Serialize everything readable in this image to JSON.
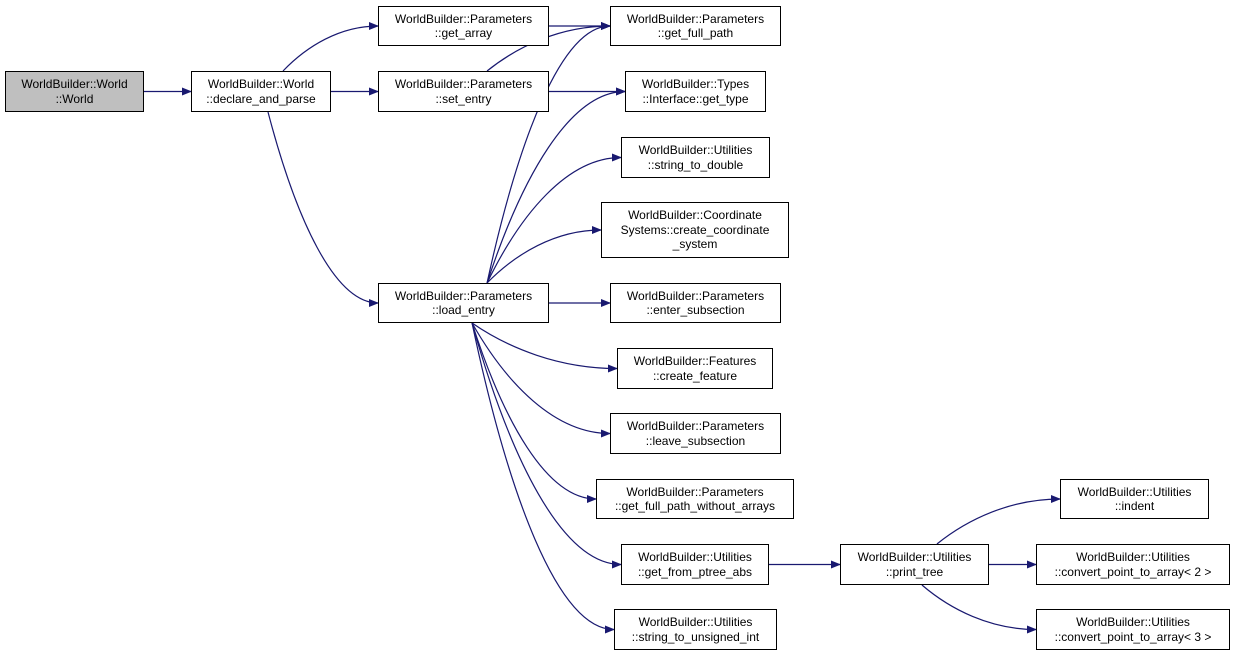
{
  "nodes": [
    {
      "id": "world",
      "label": "WorldBuilder::World\n::World",
      "root": true
    },
    {
      "id": "declare_and_parse",
      "label": "WorldBuilder::World\n::declare_and_parse"
    },
    {
      "id": "get_array",
      "label": "WorldBuilder::Parameters\n::get_array"
    },
    {
      "id": "set_entry",
      "label": "WorldBuilder::Parameters\n::set_entry"
    },
    {
      "id": "load_entry",
      "label": "WorldBuilder::Parameters\n::load_entry"
    },
    {
      "id": "get_full_path",
      "label": "WorldBuilder::Parameters\n::get_full_path"
    },
    {
      "id": "get_type",
      "label": "WorldBuilder::Types\n::Interface::get_type"
    },
    {
      "id": "string_to_double",
      "label": "WorldBuilder::Utilities\n::string_to_double"
    },
    {
      "id": "create_coordinate_system",
      "label": "WorldBuilder::Coordinate\nSystems::create_coordinate\n_system"
    },
    {
      "id": "enter_subsection",
      "label": "WorldBuilder::Parameters\n::enter_subsection"
    },
    {
      "id": "create_feature",
      "label": "WorldBuilder::Features\n::create_feature"
    },
    {
      "id": "leave_subsection",
      "label": "WorldBuilder::Parameters\n::leave_subsection"
    },
    {
      "id": "get_full_path_without_arrays",
      "label": "WorldBuilder::Parameters\n::get_full_path_without_arrays"
    },
    {
      "id": "get_from_ptree_abs",
      "label": "WorldBuilder::Utilities\n::get_from_ptree_abs"
    },
    {
      "id": "string_to_unsigned_int",
      "label": "WorldBuilder::Utilities\n::string_to_unsigned_int"
    },
    {
      "id": "print_tree",
      "label": "WorldBuilder::Utilities\n::print_tree"
    },
    {
      "id": "indent",
      "label": "WorldBuilder::Utilities\n::indent"
    },
    {
      "id": "convert_point_to_array_2",
      "label": "WorldBuilder::Utilities\n::convert_point_to_array< 2 >"
    },
    {
      "id": "convert_point_to_array_3",
      "label": "WorldBuilder::Utilities\n::convert_point_to_array< 3 >"
    }
  ],
  "edges": [
    {
      "from": "world",
      "to": "declare_and_parse"
    },
    {
      "from": "declare_and_parse",
      "to": "get_array"
    },
    {
      "from": "declare_and_parse",
      "to": "set_entry"
    },
    {
      "from": "declare_and_parse",
      "to": "load_entry"
    },
    {
      "from": "get_array",
      "to": "get_full_path"
    },
    {
      "from": "set_entry",
      "to": "get_full_path"
    },
    {
      "from": "set_entry",
      "to": "get_type"
    },
    {
      "from": "load_entry",
      "to": "get_full_path"
    },
    {
      "from": "load_entry",
      "to": "get_type"
    },
    {
      "from": "load_entry",
      "to": "string_to_double"
    },
    {
      "from": "load_entry",
      "to": "create_coordinate_system"
    },
    {
      "from": "load_entry",
      "to": "enter_subsection"
    },
    {
      "from": "load_entry",
      "to": "create_feature"
    },
    {
      "from": "load_entry",
      "to": "leave_subsection"
    },
    {
      "from": "load_entry",
      "to": "get_full_path_without_arrays"
    },
    {
      "from": "load_entry",
      "to": "get_from_ptree_abs"
    },
    {
      "from": "load_entry",
      "to": "string_to_unsigned_int"
    },
    {
      "from": "get_from_ptree_abs",
      "to": "print_tree"
    },
    {
      "from": "print_tree",
      "to": "indent"
    },
    {
      "from": "print_tree",
      "to": "convert_point_to_array_2"
    },
    {
      "from": "print_tree",
      "to": "convert_point_to_array_3"
    }
  ],
  "colors": {
    "edge": "#191970",
    "root_fill": "#bfbfbf",
    "node_fill": "#ffffff",
    "border": "#000000"
  }
}
